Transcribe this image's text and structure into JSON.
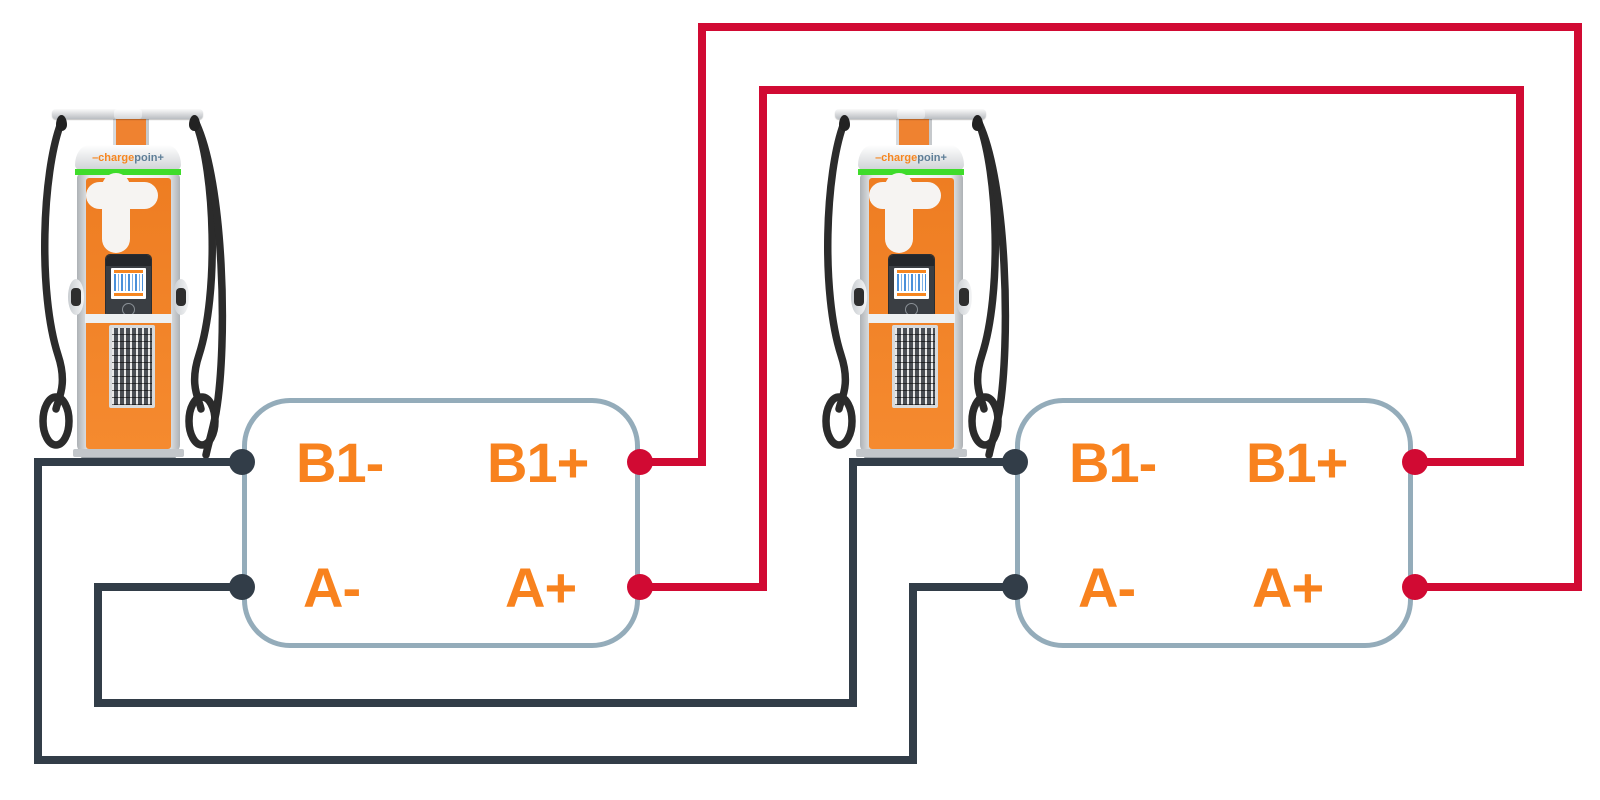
{
  "stations": [
    {
      "brand_left": "–charge",
      "brand_mid": "poin",
      "brand_right": "+"
    },
    {
      "brand_left": "–charge",
      "brand_mid": "poin",
      "brand_right": "+"
    }
  ],
  "terminal_panels": [
    {
      "top_left": "B1-",
      "top_right": "B1+",
      "bottom_left": "A-",
      "bottom_right": "A+"
    },
    {
      "top_left": "B1-",
      "top_right": "B1+",
      "bottom_left": "A-",
      "bottom_right": "A+"
    }
  ],
  "colors": {
    "positive_wire": "#D10A33",
    "negative_wire": "#323D48",
    "terminal_box_border": "#94ACBA",
    "terminal_label": "#F8821E",
    "station_orange": "#EE7D22",
    "status_stripe_green": "#3FDC2B",
    "cable_black": "#2B2B2B"
  }
}
